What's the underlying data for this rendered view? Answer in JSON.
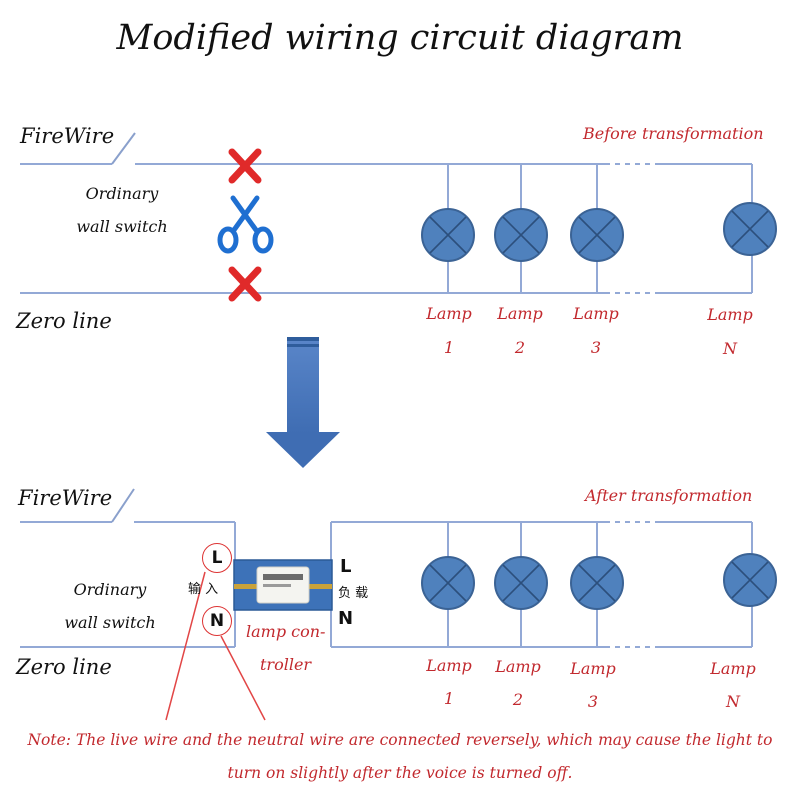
{
  "title": "Modified wiring circuit diagram",
  "top": {
    "fire_label": "FireWire",
    "zero_label": "Zero line",
    "switch_line1": "Ordinary",
    "switch_line2": "wall switch",
    "state_label": "Before transformation",
    "lamps": [
      {
        "label": "Lamp",
        "num": "1"
      },
      {
        "label": "Lamp",
        "num": "2"
      },
      {
        "label": "Lamp",
        "num": "3"
      },
      {
        "label": "Lamp",
        "num": "N"
      }
    ]
  },
  "bottom": {
    "fire_label": "FireWire",
    "zero_label": "Zero line",
    "switch_line1": "Ordinary",
    "switch_line2": "wall switch",
    "state_label": "After transformation",
    "controller_line1": "lamp con-",
    "controller_line2": "troller",
    "input_live": "L",
    "input_neutral": "N",
    "input_cjk": "输 入",
    "load_live": "L",
    "load_neutral": "N",
    "load_cjk": "负 载",
    "lamps": [
      {
        "label": "Lamp",
        "num": "1"
      },
      {
        "label": "Lamp",
        "num": "2"
      },
      {
        "label": "Lamp",
        "num": "3"
      },
      {
        "label": "Lamp",
        "num": "N"
      }
    ]
  },
  "note": "Note: The live wire and the neutral wire are connected reversely, which may cause the light to turn on slightly after the voice is turned off.",
  "colors": {
    "wire": "#93a9d6",
    "lamp_fill": "#4f81bd",
    "lamp_stroke": "#3b6395",
    "arrow": "#4a78bf",
    "cross": "#e02a2a",
    "scissors": "#1f6fd1",
    "annotation": "#c2292e"
  }
}
